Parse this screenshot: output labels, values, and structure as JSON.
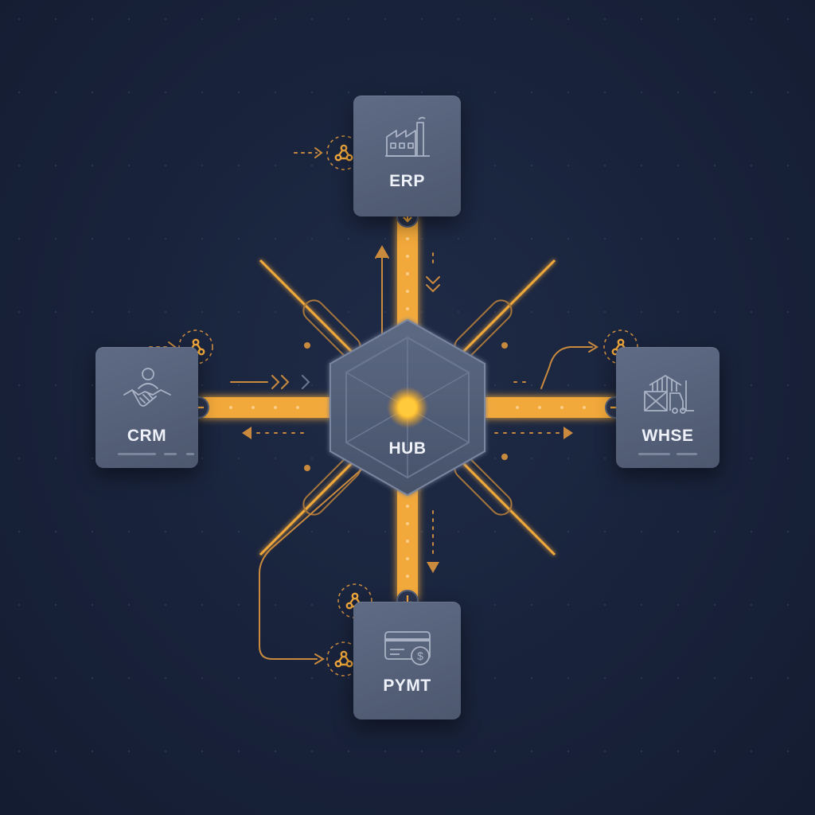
{
  "hub": {
    "label": "HUB",
    "icon": "hub-core-icon"
  },
  "nodes": [
    {
      "id": "erp",
      "label": "ERP",
      "icon": "factory-icon"
    },
    {
      "id": "crm",
      "label": "CRM",
      "icon": "handshake-icon"
    },
    {
      "id": "whse",
      "label": "WHSE",
      "icon": "warehouse-icon"
    },
    {
      "id": "pymt",
      "label": "PYMT",
      "icon": "payment-card-icon"
    }
  ],
  "connector_icon": "webhook-icon",
  "colors": {
    "background": "#18223a",
    "node_fill": "#566177",
    "accent": "#f2a93b",
    "accent_glow": "#ffb347",
    "line_muted": "#a8763a",
    "text": "#eef1f7"
  }
}
